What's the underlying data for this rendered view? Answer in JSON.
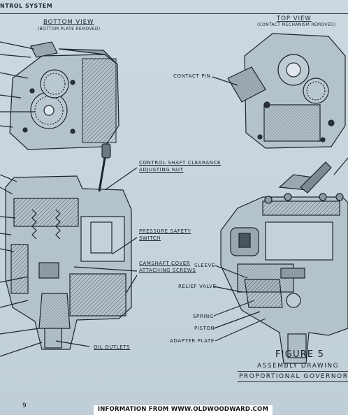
{
  "header": {
    "title": "NTROL SYSTEM"
  },
  "views": {
    "bottom": {
      "title": "BOTTOM VIEW",
      "subtitle": "(BOTTOM PLATE REMOVED)"
    },
    "top": {
      "title": "TOP VIEW",
      "subtitle": "(CONTACT MECHANISM REMOVED)"
    }
  },
  "callouts": {
    "contact_pin": "CONTACT PIN",
    "control_shaft_line1": "CONTROL SHAFT CLEARANCE",
    "control_shaft_line2": "ADJUSTING NUT",
    "pressure_safety_line1": "PRESSURE SAFETY",
    "pressure_safety_line2": "SWITCH",
    "camshaft_line1": "CAMSHAFT COVER",
    "camshaft_line2": "ATTACHING SCREWS",
    "oil_outlets": "OIL OUTLETS",
    "sleeve": "SLEEVE",
    "relief_valve": "RELIEF VALVE",
    "spring": "SPRING",
    "piston": "PISTON",
    "adapter_plate": "ADAPTER PLATE"
  },
  "figure": {
    "number": "FIGURE 5",
    "caption_line1": "ASSEMBLY DRAWING",
    "caption_line2": "PROPORTIONAL GOVERNOR"
  },
  "page_number": "9",
  "footer": "INFORMATION FROM WWW.OLDWOODWARD.COM"
}
